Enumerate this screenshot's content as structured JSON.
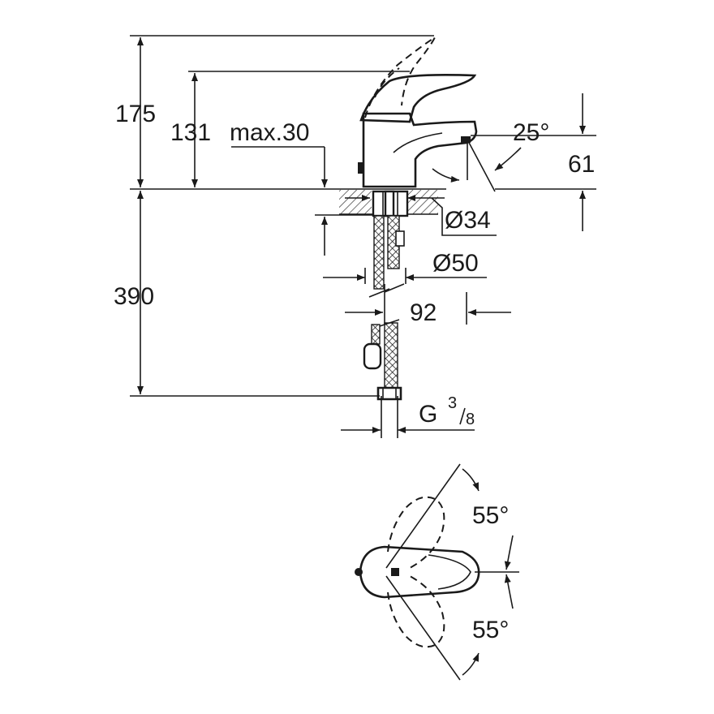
{
  "dimensions": {
    "total_height": "175",
    "spout_height": "131",
    "max_thickness": "max.30",
    "spout_angle": "25°",
    "spout_offset": "61",
    "hole_diameter": "Ø34",
    "base_diameter": "Ø50",
    "hose_length": "390",
    "reach": "92",
    "thread_g": "G",
    "thread_num": "3",
    "thread_den": "8",
    "lever_angle_up": "55°",
    "lever_angle_down": "55°"
  },
  "colors": {
    "line": "#1a1a1a",
    "background": "#ffffff"
  }
}
